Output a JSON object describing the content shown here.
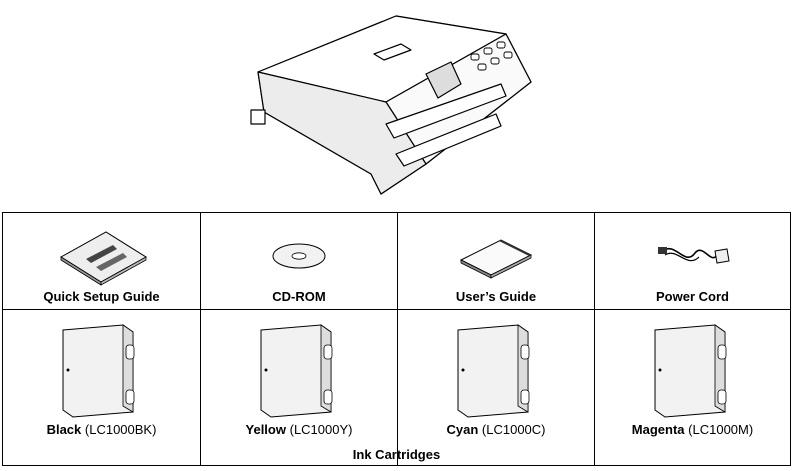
{
  "items": {
    "quick_setup_guide": "Quick Setup Guide",
    "cd_rom": "CD-ROM",
    "users_guide": "User’s Guide",
    "power_cord": "Power Cord"
  },
  "cartridges": [
    {
      "color": "Black",
      "model": "(LC1000BK)"
    },
    {
      "color": "Yellow",
      "model": "(LC1000Y)"
    },
    {
      "color": "Cyan",
      "model": "(LC1000C)"
    },
    {
      "color": "Magenta",
      "model": "(LC1000M)"
    }
  ],
  "ink_cartridges_label": "Ink Cartridges"
}
